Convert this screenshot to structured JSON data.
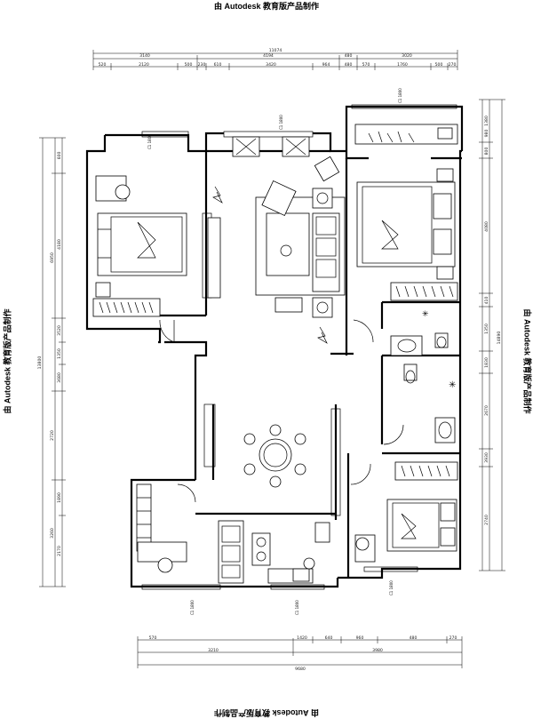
{
  "watermark": "由 Autodesk 教育版产品制作",
  "dims_top_total": "11074",
  "dims_top_row2": [
    "3140",
    "4194",
    "480",
    "3020"
  ],
  "dims_top_row3": [
    "520",
    "2120",
    "500",
    "230",
    "610",
    "3420",
    "964",
    "480",
    "570",
    "1760",
    "500",
    "270"
  ],
  "dims_left_total": "13800",
  "dims_left_row": [
    "600",
    "4180",
    "6950",
    "3520",
    "1350",
    "3680",
    "2720",
    "1890",
    "3260",
    "2170"
  ],
  "dims_right_total": "14890",
  "dims_right_row": [
    "1380",
    "980",
    "800",
    "4080",
    "410",
    "1350",
    "1830",
    "2670",
    "3930",
    "2740"
  ],
  "dims_bottom_row1": [
    "570",
    "1420",
    "640",
    "960",
    "480",
    "270"
  ],
  "dims_bottom_row2": [
    "3210",
    "3980"
  ],
  "dims_bottom_total": "9680",
  "window_tag": "C1 1800"
}
